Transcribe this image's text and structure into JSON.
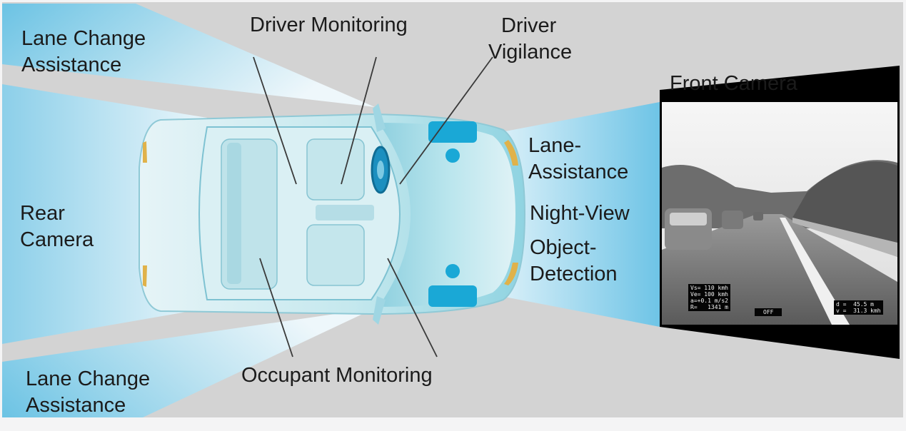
{
  "labels": {
    "lane_change_top": [
      "Lane Change",
      "Assistance"
    ],
    "lane_change_bottom": [
      "Lane Change",
      "Assistance"
    ],
    "rear_camera": [
      "Rear",
      "Camera"
    ],
    "driver_monitoring": "Driver Monitoring",
    "driver_vigilance": [
      "Driver",
      "Vigilance"
    ],
    "lane_assistance": [
      "Lane-",
      "Assistance"
    ],
    "night_view": "Night-View",
    "object_detection": [
      "Object-",
      "Detection"
    ],
    "occupant_monitoring": "Occupant Monitoring",
    "front_camera": "Front Camera"
  },
  "camera_overlay": {
    "left_block": [
      "Vs= 110 kmh",
      "Ve= 100 kmh",
      "a=+0.1 m/s2",
      "R=   1341 m"
    ],
    "center": "OFF",
    "right_block": [
      "d =  45.5 m",
      "v =  31.3 kmh"
    ]
  },
  "colors": {
    "background": "#d4d4d4",
    "beam_blue": "#7ccbe6",
    "car_body": "#a9dde6",
    "car_accent": "#1aa8d6",
    "indicator": "#e0b24a",
    "camera_frame": "#000000"
  }
}
